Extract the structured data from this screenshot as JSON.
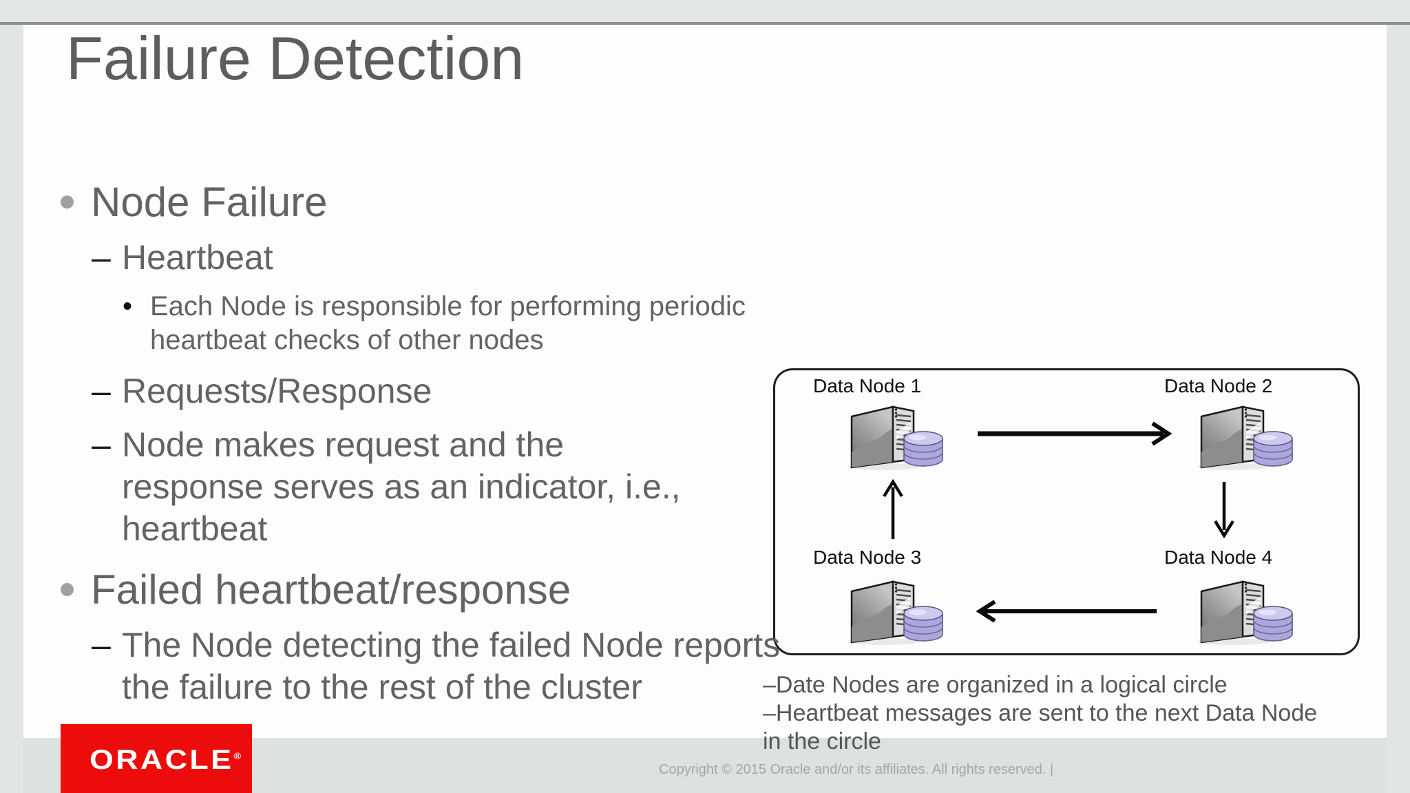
{
  "page": {
    "background": "#fdfdfd",
    "chrome_gray": "#e3e7e5",
    "rule_gray": "#8b908e",
    "text_gray": "#636363",
    "accent_red": "#ec0c0c"
  },
  "title": "Failure Detection",
  "glyphs": {
    "dash": "–",
    "dot": "•"
  },
  "bullets": {
    "node_failure": "Node Failure",
    "heartbeat": "Heartbeat",
    "heartbeat_detail": "Each Node is responsible for performing periodic heartbeat checks of other nodes",
    "requests_response": "Requests/Response",
    "request_indicator": "Node makes request and the response serves as an indicator, i.e., heartbeat",
    "failed_heartbeat": "Failed heartbeat/response",
    "failure_report": "The Node detecting the failed Node reports the failure to the rest of the cluster"
  },
  "diagram": {
    "nodes": [
      "Data Node 1",
      "Data Node 2",
      "Data Node 3",
      "Data Node 4"
    ],
    "border_color": "#1c1c1c",
    "arrow_color": "#0a0a0a",
    "database_color": "#aca7dc"
  },
  "notes": {
    "lines": [
      "–Date Nodes are organized in a logical circle",
      "–Heartbeat messages are sent to the next Data Node",
      "in the circle"
    ]
  },
  "footer": {
    "copyright": "Copyright © 2015 Oracle and/or its affiliates. All rights reserved.  |"
  },
  "logo": {
    "brand": "ORACLE",
    "registered": "®"
  }
}
